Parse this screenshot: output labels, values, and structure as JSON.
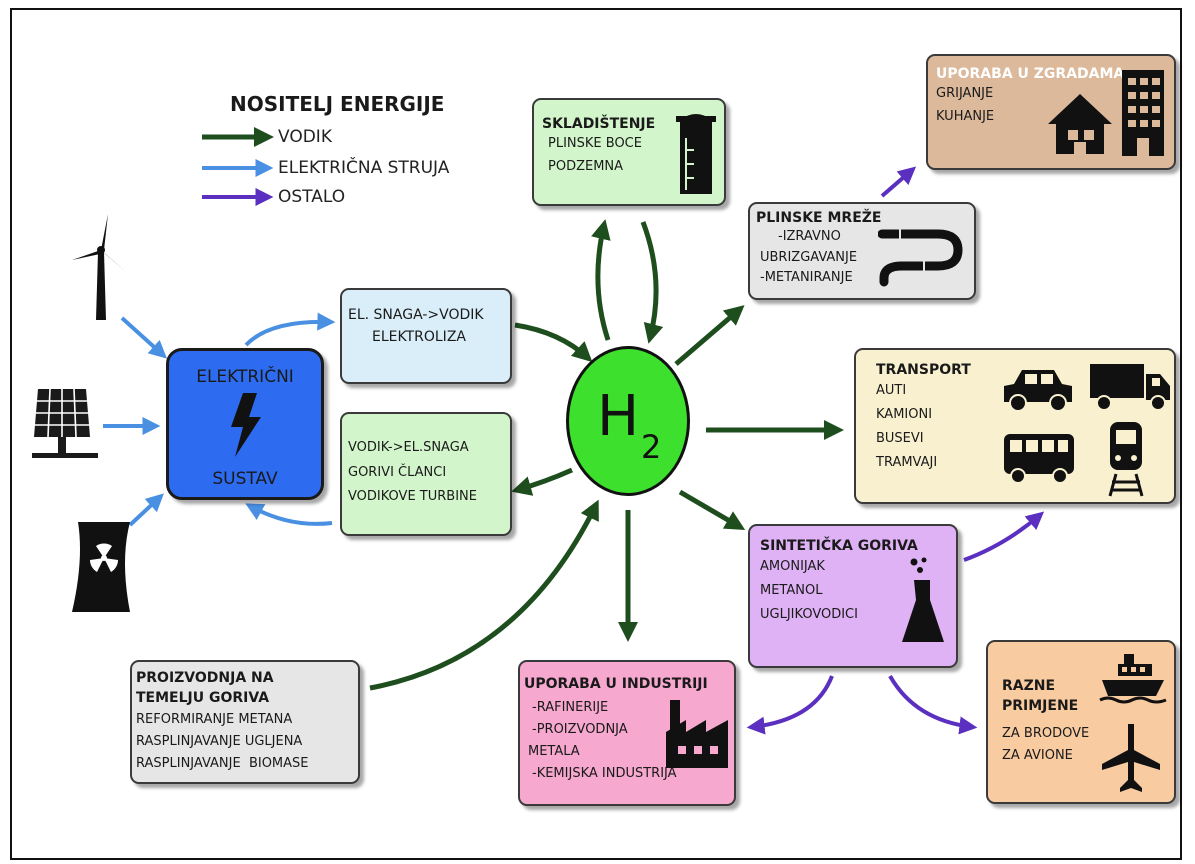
{
  "legend": {
    "title": "NOSITELJ ENERGIJE",
    "items": [
      {
        "label": "VODIK",
        "color": "#1e4d1e"
      },
      {
        "label": "ELEKTRIČNA STRUJA",
        "color": "#4a90e2"
      },
      {
        "label": "OSTALO",
        "color": "#5b2fc0"
      }
    ]
  },
  "elektricni": {
    "line1": "ELEKTRIČNI",
    "line2": "SUSTAV",
    "color": "#2d6cf0"
  },
  "hydrogen": {
    "symbol": "H",
    "subscript": "2",
    "color": "#3ee02e"
  },
  "elektroliza": {
    "line1": "EL. SNAGA->VODIK",
    "line2": "ELEKTROLIZA",
    "color": "#d9eef9"
  },
  "gorivi_clanci": {
    "line1": "VODIK->EL.SNAGA",
    "line2": "GORIVI ČLANCI",
    "line3": "VODIKOVE TURBINE",
    "color": "#d3f5cb"
  },
  "skladistenje": {
    "title": "SKLADIŠTENJE",
    "items": [
      "PLINSKE BOCE",
      "PODZEMNA"
    ],
    "color": "#d3f5cb"
  },
  "plinske_mreze": {
    "title": "PLINSKE MREŽE",
    "items": [
      "-IZRAVNO",
      "UBRIZGAVANJE",
      "-METANIRANJE"
    ],
    "color": "#e6e6e6"
  },
  "zgrade": {
    "title": "UPORABA U ZGRADAMA",
    "items": [
      "GRIJANJE",
      "KUHANJE"
    ],
    "color": "#dcb99b"
  },
  "transport": {
    "title": "TRANSPORT",
    "items": [
      "AUTI",
      "KAMIONI",
      "BUSEVI",
      "TRAMVAJI"
    ],
    "color": "#f9f0d0"
  },
  "sinteticka": {
    "title": "SINTETIČKA GORIVA",
    "items": [
      "AMONIJAK",
      "METANOL",
      "UGLJIKOVODICI"
    ],
    "color": "#dfb2f5"
  },
  "razne": {
    "title1": "RAZNE",
    "title2": "PRIMJENE",
    "items": [
      "ZA BRODOVE",
      "ZA AVIONE"
    ],
    "color": "#f8cba0"
  },
  "industrija": {
    "title": "UPORABA U INDUSTRIJI",
    "items": [
      "-RAFINERIJE",
      "-PROIZVODNJA",
      "METALA",
      "-KEMIJSKA INDUSTRIJA"
    ],
    "color": "#f6a8cf"
  },
  "proizvodnja": {
    "title1": "PROIZVODNJA NA",
    "title2": "TEMELJU GORIVA",
    "items": [
      "REFORMIRANJE METANA",
      "RASPLINJAVANJE UGLJENA",
      "RASPLINJAVANJE  BIOMASE"
    ],
    "color": "#e6e6e6"
  }
}
